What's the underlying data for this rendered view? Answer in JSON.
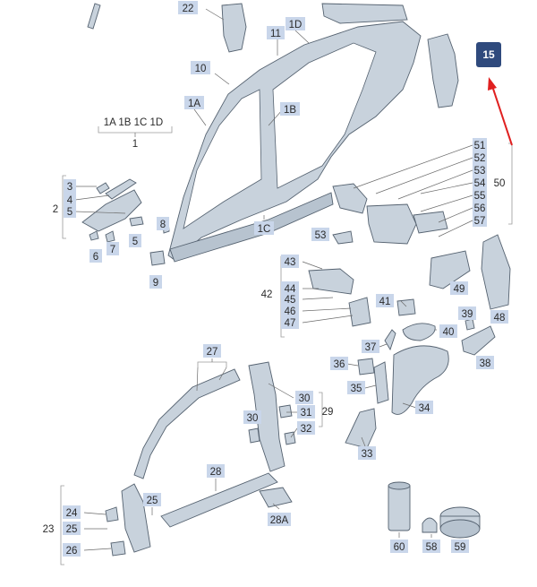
{
  "callouts": [
    {
      "id": "c22",
      "text": "22"
    },
    {
      "id": "c11",
      "text": "11"
    },
    {
      "id": "c1D",
      "text": "1D"
    },
    {
      "id": "c10",
      "text": "10"
    },
    {
      "id": "c1A",
      "text": "1A"
    },
    {
      "id": "c1B",
      "text": "1B"
    },
    {
      "id": "c1grp",
      "text": "1A 1B 1C 1D"
    },
    {
      "id": "c1",
      "text": "1"
    },
    {
      "id": "c3",
      "text": "3"
    },
    {
      "id": "c4",
      "text": "4"
    },
    {
      "id": "c5a",
      "text": "5"
    },
    {
      "id": "c2",
      "text": "2"
    },
    {
      "id": "c8",
      "text": "8"
    },
    {
      "id": "c7",
      "text": "7"
    },
    {
      "id": "c6",
      "text": "6"
    },
    {
      "id": "c5b",
      "text": "5"
    },
    {
      "id": "c9",
      "text": "9"
    },
    {
      "id": "c1C",
      "text": "1C"
    },
    {
      "id": "c51",
      "text": "51"
    },
    {
      "id": "c52",
      "text": "52"
    },
    {
      "id": "c53r",
      "text": "53"
    },
    {
      "id": "c54",
      "text": "54"
    },
    {
      "id": "c55",
      "text": "55"
    },
    {
      "id": "c56",
      "text": "56"
    },
    {
      "id": "c57",
      "text": "57"
    },
    {
      "id": "c50",
      "text": "50"
    },
    {
      "id": "c53",
      "text": "53"
    },
    {
      "id": "c43",
      "text": "43"
    },
    {
      "id": "c44",
      "text": "44"
    },
    {
      "id": "c45",
      "text": "45"
    },
    {
      "id": "c42",
      "text": "42"
    },
    {
      "id": "c46",
      "text": "46"
    },
    {
      "id": "c47",
      "text": "47"
    },
    {
      "id": "c49",
      "text": "49"
    },
    {
      "id": "c48",
      "text": "48"
    },
    {
      "id": "c41",
      "text": "41"
    },
    {
      "id": "c39",
      "text": "39"
    },
    {
      "id": "c40",
      "text": "40"
    },
    {
      "id": "c37",
      "text": "37"
    },
    {
      "id": "c36",
      "text": "36"
    },
    {
      "id": "c38",
      "text": "38"
    },
    {
      "id": "c35",
      "text": "35"
    },
    {
      "id": "c34",
      "text": "34"
    },
    {
      "id": "c33",
      "text": "33"
    },
    {
      "id": "c27",
      "text": "27"
    },
    {
      "id": "c30a",
      "text": "30"
    },
    {
      "id": "c30b",
      "text": "30"
    },
    {
      "id": "c31",
      "text": "31"
    },
    {
      "id": "c29",
      "text": "29"
    },
    {
      "id": "c32",
      "text": "32"
    },
    {
      "id": "c28",
      "text": "28"
    },
    {
      "id": "c28A",
      "text": "28A"
    },
    {
      "id": "c25a",
      "text": "25"
    },
    {
      "id": "c24",
      "text": "24"
    },
    {
      "id": "c25b",
      "text": "25"
    },
    {
      "id": "c23",
      "text": "23"
    },
    {
      "id": "c26",
      "text": "26"
    },
    {
      "id": "c60",
      "text": "60"
    },
    {
      "id": "c58",
      "text": "58"
    },
    {
      "id": "c59",
      "text": "59"
    }
  ],
  "highlight": {
    "text": "15",
    "color": "#2f4a7d"
  },
  "arrow_color": "#e02020"
}
